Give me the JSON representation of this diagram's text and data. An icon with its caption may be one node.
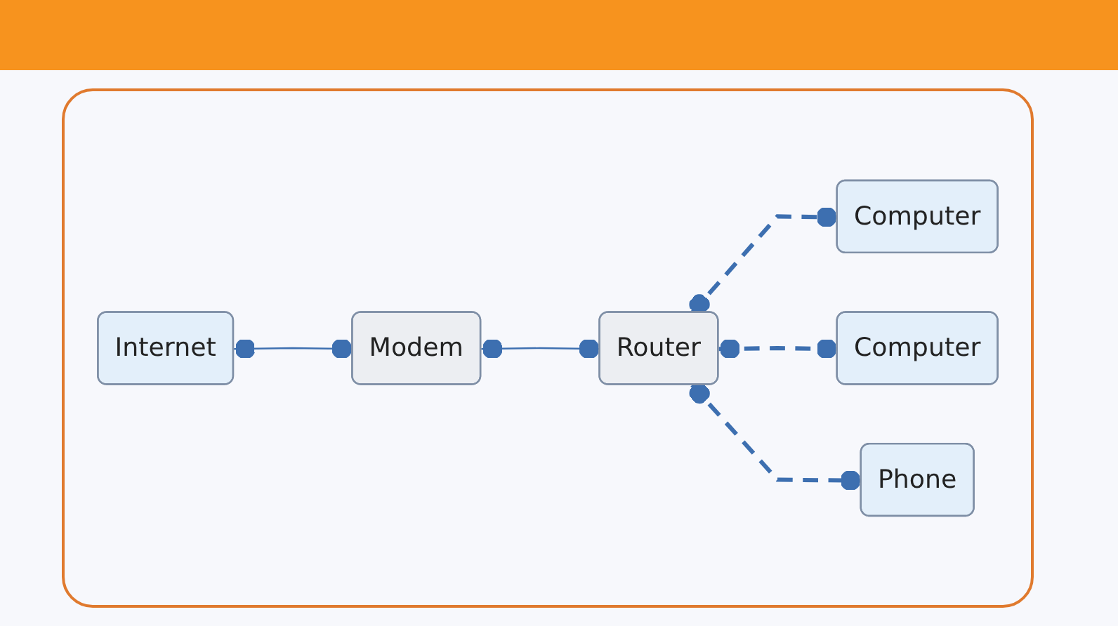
{
  "diagram": {
    "nodes": [
      {
        "text": [
          "Internet"
        ]
      },
      {
        "text": [
          "Modem"
        ]
      },
      {
        "text": [
          "Router"
        ]
      },
      {
        "text": [
          "Computer"
        ]
      },
      {
        "text": [
          "Computer"
        ]
      },
      {
        "text": [
          "Phone"
        ]
      }
    ],
    "edges": [
      {
        "from": 0,
        "to": 1,
        "arrow": "other"
      },
      {
        "from": 1,
        "to": 2,
        "arrow": "other"
      },
      {
        "from": 2,
        "to": 3,
        "arrow": "other",
        "style": "dashed"
      },
      {
        "from": 2,
        "to": 4,
        "arrow": "other",
        "style": "dashed"
      },
      {
        "from": 2,
        "to": 5,
        "arrow": "other",
        "style": "dashed"
      }
    ]
  }
}
